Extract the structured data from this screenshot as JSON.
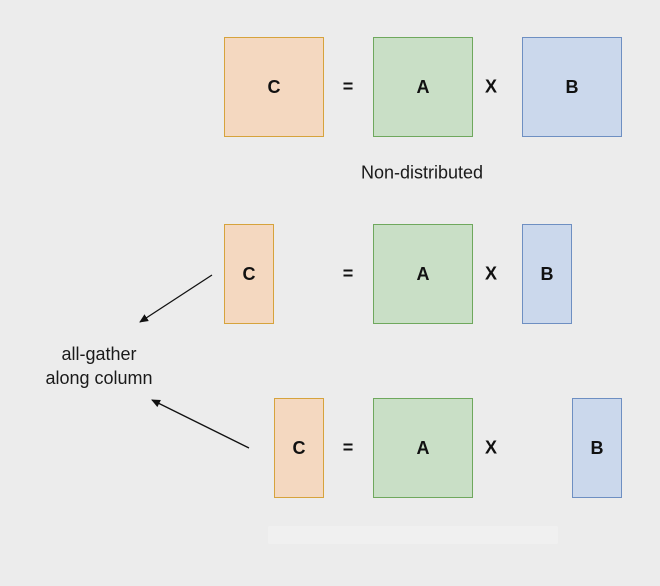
{
  "diagram": {
    "row1": {
      "c": "C",
      "eq": "=",
      "a": "A",
      "x": "X",
      "b": "B"
    },
    "caption": "Non-distributed",
    "row2": {
      "c": "C",
      "eq": "=",
      "a": "A",
      "x": "X",
      "b": "B"
    },
    "row3": {
      "c": "C",
      "eq": "=",
      "a": "A",
      "x": "X",
      "b": "B"
    },
    "gather_label": {
      "line1": "all-gather",
      "line2": "along column"
    }
  },
  "colors": {
    "background": "#ececec",
    "c_fill": "#f4d8c0",
    "c_border": "#d6a33c",
    "a_fill": "#c9dfc6",
    "a_border": "#6fa85d",
    "b_fill": "#cbd8ec",
    "b_border": "#6e8fc2",
    "arrow": "#111111"
  }
}
